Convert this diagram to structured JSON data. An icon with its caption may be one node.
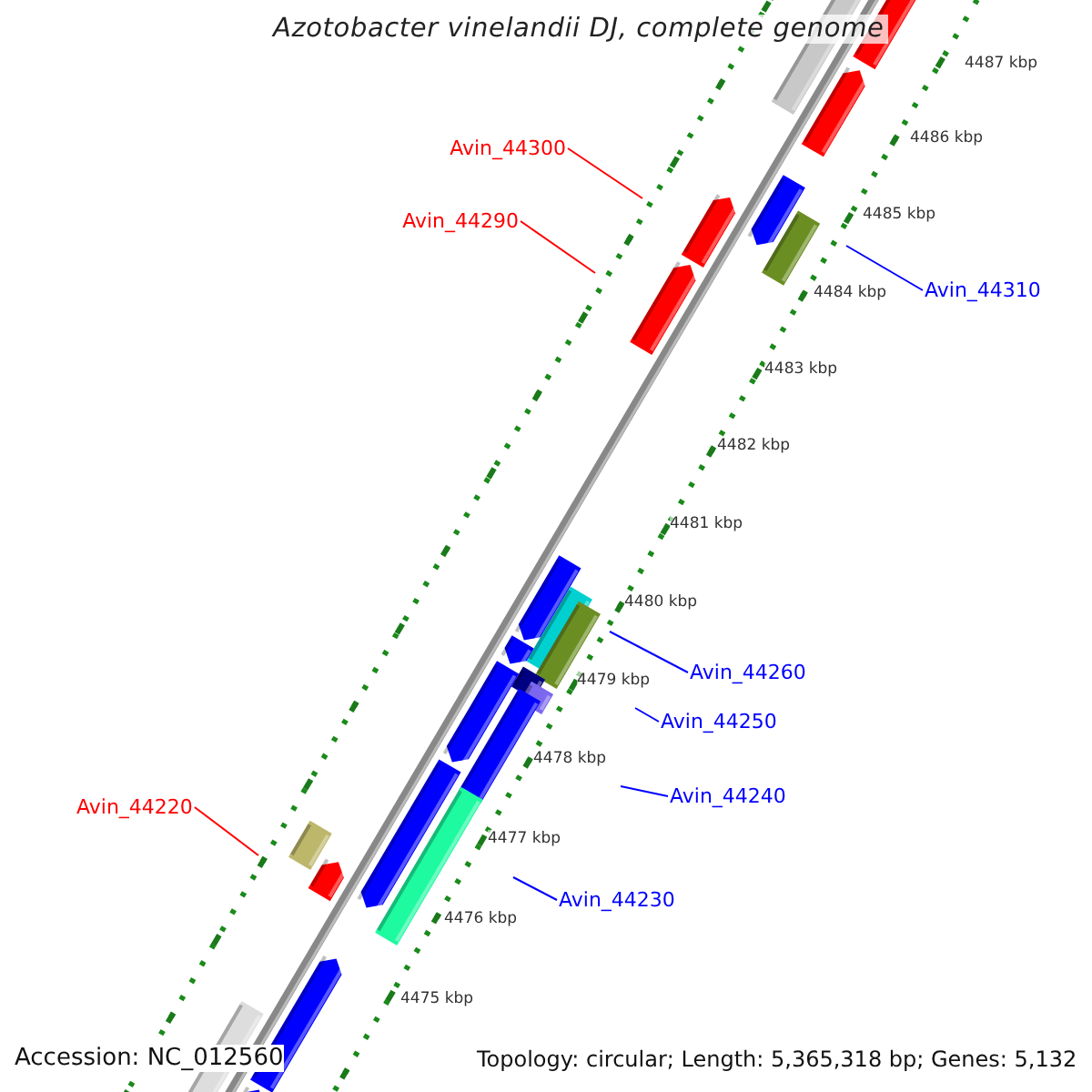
{
  "diagram": {
    "title": "Azotobacter vinelandii DJ, complete genome",
    "nodes": [
      {
        "text": [
          "Avin_44300"
        ]
      },
      {
        "text": [
          "Avin_44290"
        ]
      },
      {
        "text": [
          "Avin_44310"
        ]
      },
      {
        "text": [
          "Avin_44260"
        ]
      },
      {
        "text": [
          "Avin_44250"
        ]
      },
      {
        "text": [
          "Avin_44240"
        ]
      },
      {
        "text": [
          "Avin_44230"
        ]
      },
      {
        "text": [
          "Avin_44220"
        ]
      }
    ],
    "edges": [
      {
        "from": 0,
        "to": null,
        "arrow": "none",
        "color": "#ff0000"
      },
      {
        "from": 1,
        "to": null,
        "arrow": "none",
        "color": "#ff0000"
      },
      {
        "from": 2,
        "to": null,
        "arrow": "none"
      },
      {
        "from": 3,
        "to": null,
        "arrow": "none"
      },
      {
        "from": 4,
        "to": null,
        "arrow": "none"
      },
      {
        "from": 5,
        "to": null,
        "arrow": "none"
      },
      {
        "from": 6,
        "to": null,
        "arrow": "none"
      },
      {
        "from": 7,
        "to": null,
        "arrow": "none",
        "color": "#ff0000"
      }
    ],
    "labels": [
      "4487 kbp",
      "4486 kbp",
      "4485 kbp",
      "4484 kbp",
      "4483 kbp",
      "4482 kbp",
      "4481 kbp",
      "4480 kbp",
      "4479 kbp",
      "4478 kbp",
      "4477 kbp",
      "4476 kbp",
      "4475 kbp",
      "Accession: NC_012560",
      "Topology: circular; Length: 5,365,318 bp; Genes: 5,132"
    ]
  }
}
